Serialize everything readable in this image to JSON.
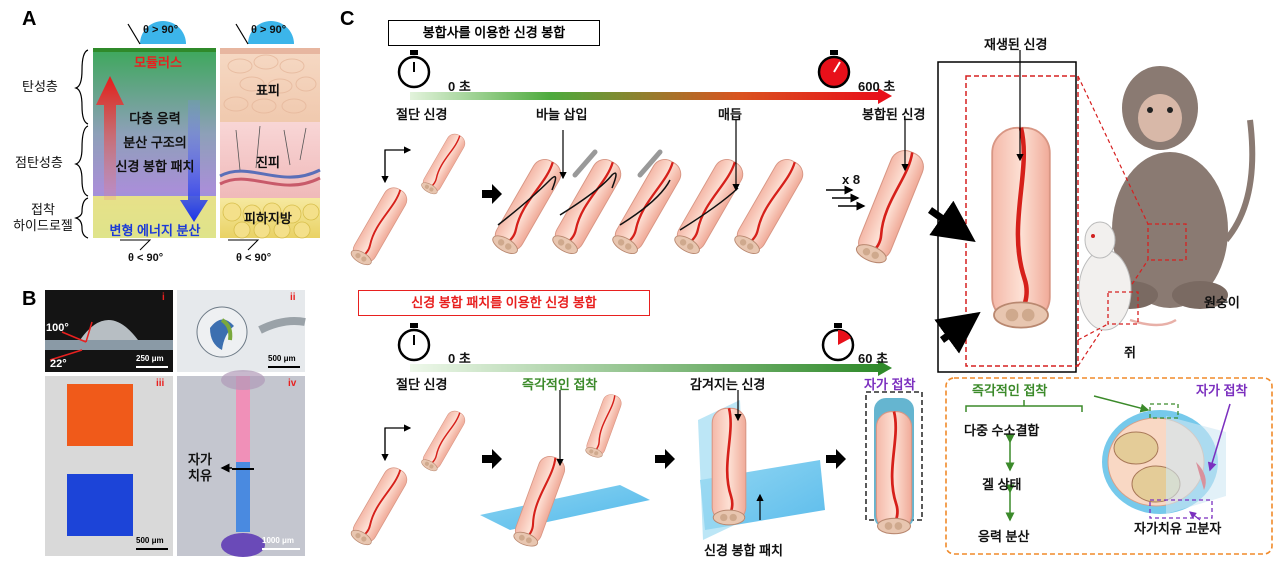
{
  "panelA": {
    "letter": "A",
    "contact_top_left": "θ > 90°",
    "contact_top_right": "θ > 90°",
    "contact_bottom_left": "θ < 90°",
    "contact_bottom_right": "θ < 90°",
    "layer_elastic": "탄성층",
    "layer_viscoelastic": "점탄성층",
    "layer_adhesive": "접착\n하이드로젤",
    "modulus": "모듈러스",
    "patch_text_1": "다층 응력",
    "patch_text_2": "분산 구조의",
    "patch_text_3": "신경 봉합 패치",
    "strain_energy": "변형 에너지 분산",
    "skin_epidermis": "표피",
    "skin_dermis": "진피",
    "skin_fat": "피하지방"
  },
  "panelB": {
    "letter": "B",
    "i": "i",
    "ii": "ii",
    "iii": "iii",
    "iv": "iv",
    "angle_100": "100°",
    "angle_22": "22°",
    "scale_i": "250 μm",
    "scale_ii": "500 μm",
    "scale_iii": "500 μm",
    "scale_iv": "1000 μm",
    "self_heal": "자가\n치유"
  },
  "panelC": {
    "letter": "C",
    "suture_title": "봉합사를 이용한 신경 봉합",
    "time_start_top": "0 초",
    "time_end_top": "600 초",
    "step_cut_top": "절단 신경",
    "step_needle": "바늘 삽입",
    "step_knot": "매듭",
    "step_sutured": "봉합된 신경",
    "repeat": "x 8",
    "patch_title": "신경 봉합 패치를 이용한 신경 봉합",
    "time_start_bottom": "0 초",
    "time_end_bottom": "60 초",
    "step_cut_bottom": "절단 신경",
    "step_instant": "즉각적인 접착",
    "step_wrapping": "감겨지는 신경",
    "step_self_adhesion": "자가 접착",
    "patch_label": "신경 봉합 패치",
    "regenerated": "재생된 신경",
    "monkey": "원숭이",
    "rat": "쥐",
    "inset_instant": "즉각적인 접착",
    "inset_self": "자가 접착",
    "inset_hbond": "다중 수소결합",
    "inset_gel": "겔 상태",
    "inset_stress": "응력 분산",
    "inset_polymer": "자가치유 고분자"
  }
}
